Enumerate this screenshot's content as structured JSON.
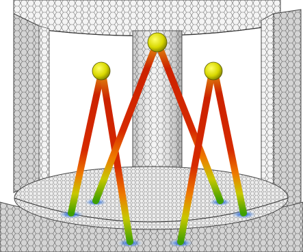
{
  "scene": {
    "kind": "3d-mesh-render",
    "colors": {
      "background": "#ffffff",
      "mesh_light": "#f2f2f2",
      "mesh_mid": "#d6d6d6",
      "mesh_dark": "#9a9a9a",
      "mesh_line": "#5a5a5a",
      "strut_red": "#cc1100",
      "strut_orange": "#ee6a00",
      "strut_yellow": "#c8c800",
      "strut_green": "#44aa00",
      "sphere_yellow": "#e0e000",
      "contact_blue": "#1c5cd8"
    },
    "components": {
      "enclosure": "outer-cylinder-frame",
      "pillar": "center-column",
      "base": "circular-base-plate",
      "struts": 6,
      "spheres": 3,
      "contacts": 6
    }
  }
}
